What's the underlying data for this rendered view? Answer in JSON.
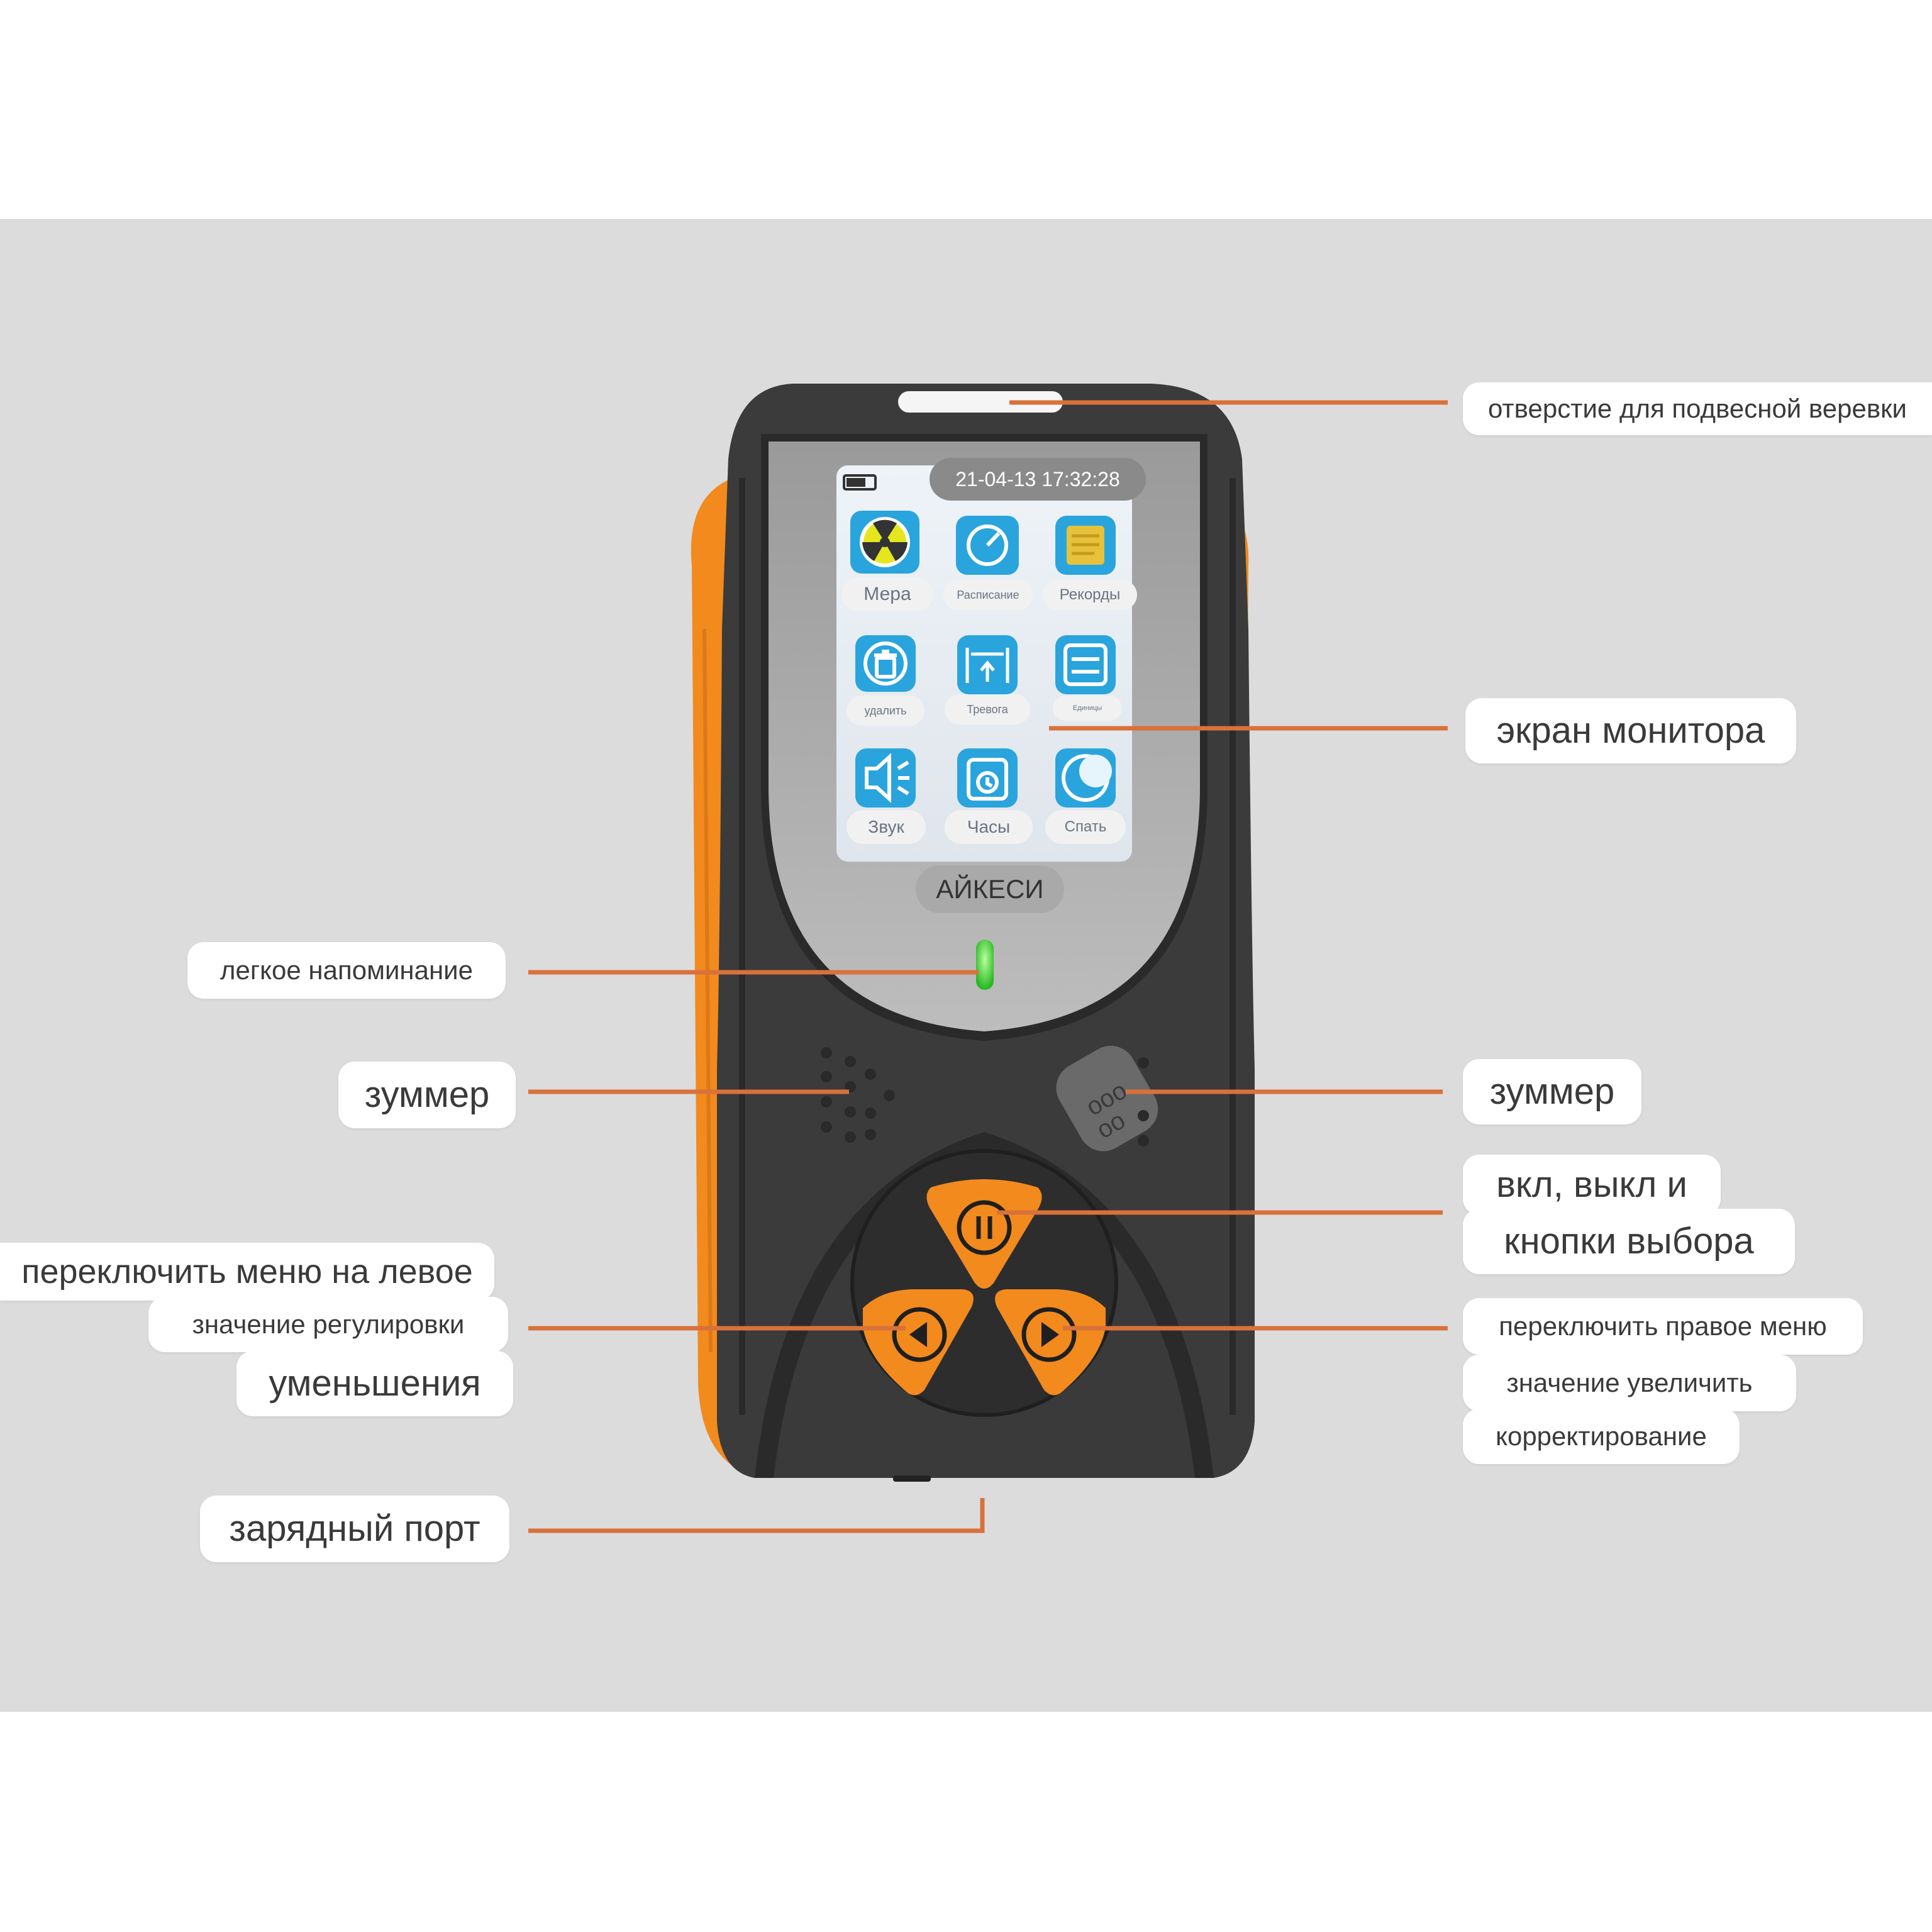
{
  "device": {
    "datetime": "21-04-13 17:32:28",
    "brand": "АЙКЕСИ",
    "apps": [
      {
        "icon": "radiation-icon",
        "label": "Мера"
      },
      {
        "icon": "gauge-icon",
        "label": "Расписание"
      },
      {
        "icon": "records-icon",
        "label": "Рекорды"
      },
      {
        "icon": "trash-icon",
        "label": "удалить"
      },
      {
        "icon": "alarm-threshold-icon",
        "label": "Тревога"
      },
      {
        "icon": "units-icon",
        "label": "Единицы"
      },
      {
        "icon": "speaker-icon",
        "label": "Звук"
      },
      {
        "icon": "clock-icon",
        "label": "Часы"
      },
      {
        "icon": "moon-icon",
        "label": "Спать"
      }
    ]
  },
  "callouts": {
    "lanyard_hole": "отверстие для подвесной веревки",
    "monitor_screen": "экран монитора",
    "light_reminder": "легкое напоминание",
    "buzzer_left": "зуммер",
    "buzzer_right": "зуммер",
    "power_select_line1": "вкл, выкл и",
    "power_select_line2": "кнопки выбора",
    "left_menu_line1": "переключить меню на левое",
    "left_menu_line2": "значение регулировки",
    "left_menu_line3": "уменьшения",
    "right_menu_line1": "переключить правое меню",
    "right_menu_line2": "значение увеличить",
    "right_menu_line3": "корректирование",
    "charging_port": "зарядный порт"
  },
  "colors": {
    "accent_orange": "#f28a1e",
    "leader_line": "#d9713a",
    "device_body": "#3b3b3b",
    "panel_bg": "#dcdcdc",
    "app_icon": "#2aa4dc",
    "led_green": "#3ddc3a"
  }
}
